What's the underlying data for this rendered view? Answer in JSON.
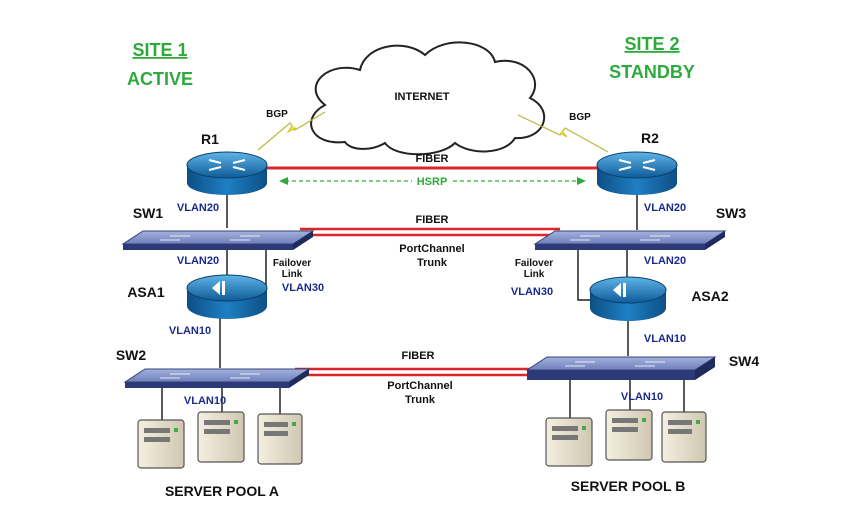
{
  "sites": {
    "site1": {
      "name": "SITE 1",
      "state": "ACTIVE"
    },
    "site2": {
      "name": "SITE 2",
      "state": "STANDBY"
    }
  },
  "cloud": {
    "label": "INTERNET"
  },
  "routing": {
    "bgp_left": "BGP",
    "bgp_right": "BGP",
    "hsrp": "HSRP"
  },
  "devices": {
    "r1": "R1",
    "r2": "R2",
    "sw1": "SW1",
    "sw2": "SW2",
    "sw3": "SW3",
    "sw4": "SW4",
    "asa1": "ASA1",
    "asa2": "ASA2"
  },
  "links": {
    "fiber_routers": "FIBER",
    "fiber_core": "FIBER",
    "fiber_access": "FIBER",
    "portchannel_core_1": "PortChannel",
    "portchannel_core_2": "Trunk",
    "portchannel_access_1": "PortChannel",
    "portchannel_access_2": "Trunk",
    "failover_left_1": "Failover",
    "failover_left_2": "Link",
    "failover_right_1": "Failover",
    "failover_right_2": "Link"
  },
  "vlans": {
    "r1_sw1": "VLAN20",
    "r2_sw3": "VLAN20",
    "sw1_asa1": "VLAN20",
    "sw3_asa2": "VLAN20",
    "asa1_failover": "VLAN30",
    "asa2_failover": "VLAN30",
    "asa1_sw2": "VLAN10",
    "asa2_sw4": "VLAN10",
    "sw2_servers": "VLAN10",
    "sw4_servers": "VLAN10"
  },
  "pools": {
    "a": "SERVER POOL A",
    "b": "SERVER POOL B"
  },
  "colors": {
    "site_green": "#2eaa3c",
    "vlan_blue": "#1b2a8c",
    "fiber_red": "#d9262c",
    "device_blue": "#1f78b4",
    "switch_top": "#7f8fc4"
  }
}
